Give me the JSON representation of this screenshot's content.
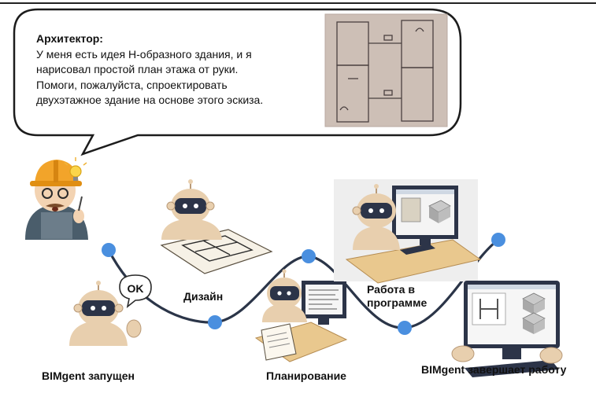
{
  "bubble": {
    "speaker": "Архитектор:",
    "lines": [
      "У меня есть идея Н-образного здания, и я",
      "нарисовал простой план этажа от руки.",
      "Помоги, пожалуйста, спроектировать",
      "двухэтажное здание на основе этого эскиза."
    ]
  },
  "stages": {
    "launched": "BIMgent запущен",
    "design": "Дизайн",
    "planning": "Планирование",
    "software": "Работа в программе",
    "finish": "BIMgent завершает работу"
  },
  "icons": {
    "ok_text": "OK"
  },
  "colors": {
    "node": "#4a8fdf",
    "path": "#2b3548",
    "robot": "#e8cfae",
    "robot_dark": "#2c3448",
    "hat": "#f2a42a",
    "desk": "#e9c88e"
  }
}
